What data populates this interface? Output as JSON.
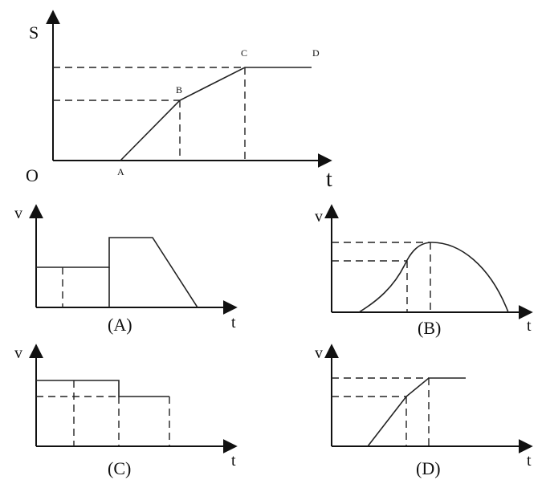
{
  "top": {
    "y_axis": "S",
    "x_axis": "t",
    "origin": "O",
    "points": {
      "A": "A",
      "B": "B",
      "C": "C",
      "D": "D"
    }
  },
  "panels": {
    "A": {
      "caption": "(A)",
      "y_axis": "v",
      "x_axis": "t"
    },
    "B": {
      "caption": "(B)",
      "y_axis": "v",
      "x_axis": "t"
    },
    "C": {
      "caption": "(C)",
      "y_axis": "v",
      "x_axis": "t"
    },
    "D": {
      "caption": "(D)",
      "y_axis": "v",
      "x_axis": "t"
    }
  }
}
